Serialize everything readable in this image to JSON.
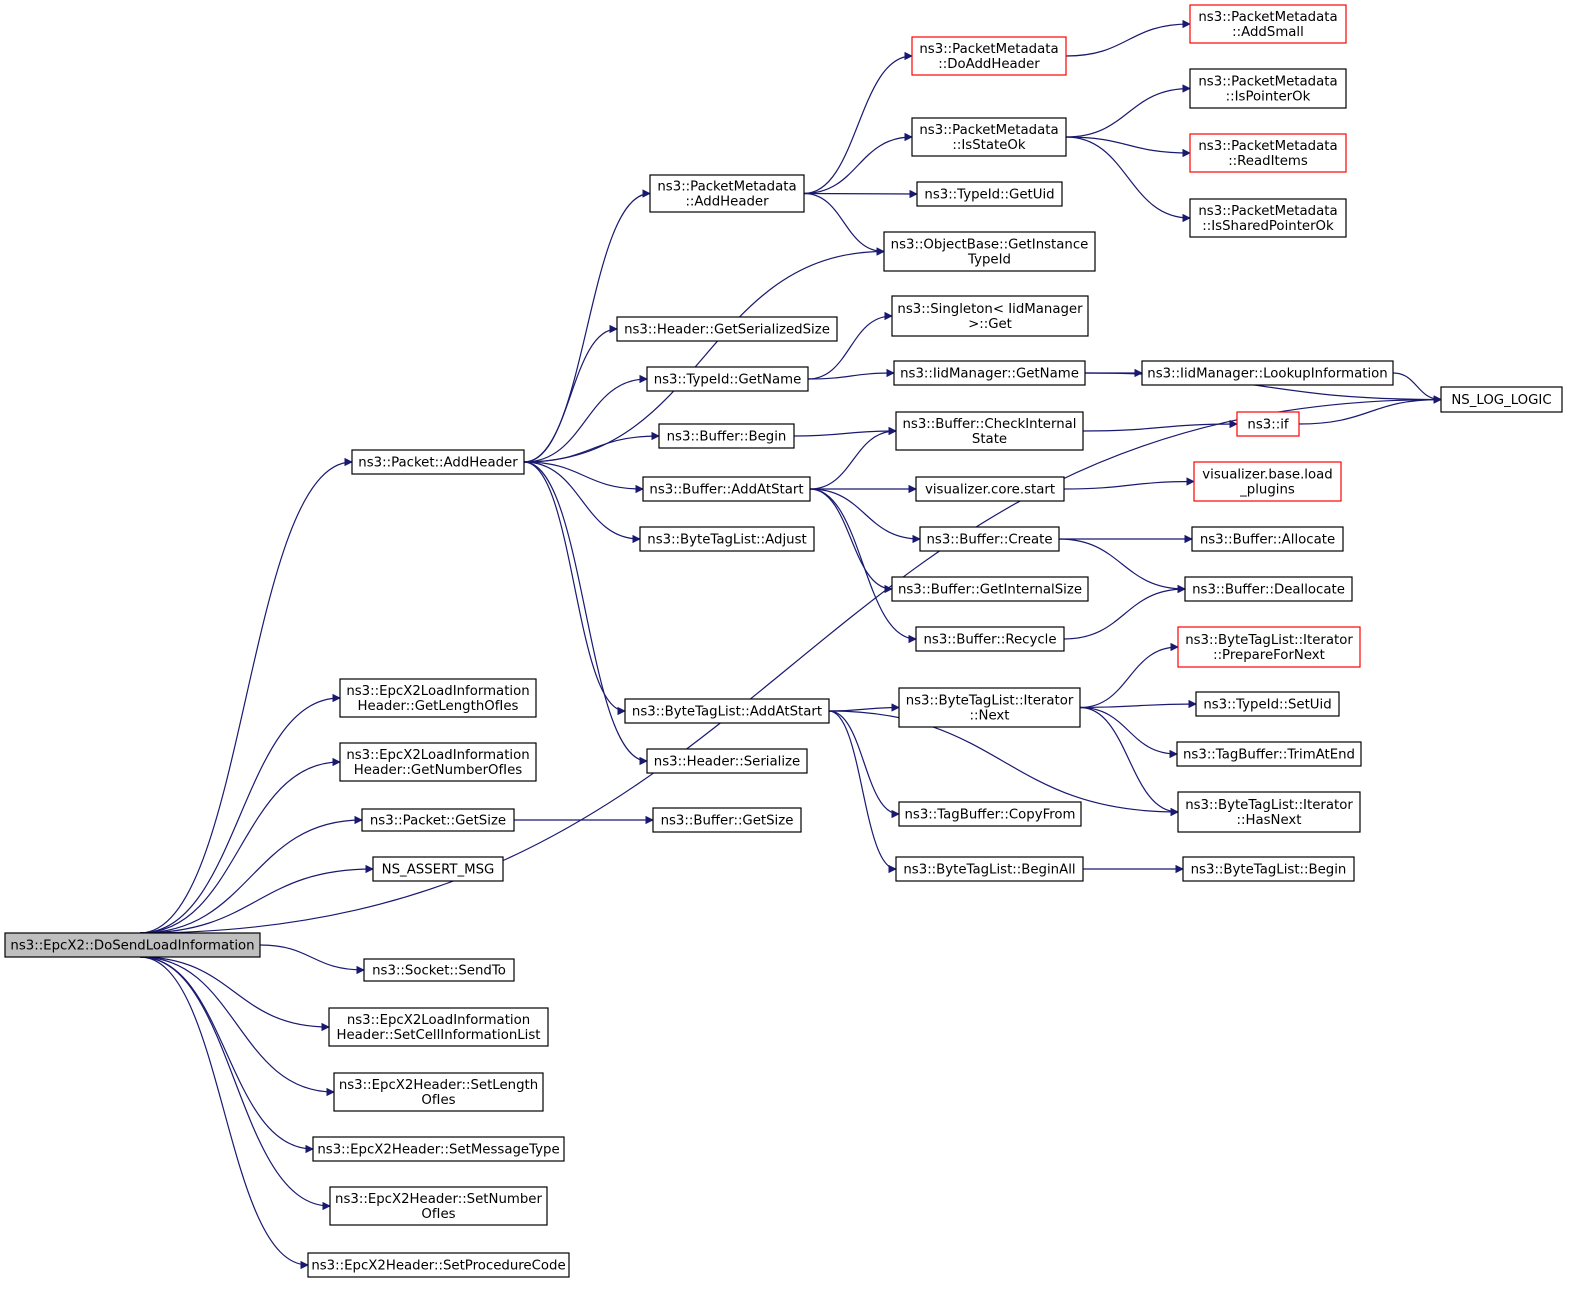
{
  "diagram": {
    "root": "root",
    "nodes": [
      {
        "id": "root",
        "lines": [
          "ns3::EpcX2::DoSendLoadInformation"
        ],
        "style": "root"
      },
      {
        "id": "pkt_addheader",
        "lines": [
          "ns3::Packet::AddHeader"
        ]
      },
      {
        "id": "getlen",
        "lines": [
          "ns3::EpcX2LoadInformation",
          "Header::GetLengthOfIes"
        ]
      },
      {
        "id": "getnum",
        "lines": [
          "ns3::EpcX2LoadInformation",
          "Header::GetNumberOfIes"
        ]
      },
      {
        "id": "pkt_getsize",
        "lines": [
          "ns3::Packet::GetSize"
        ]
      },
      {
        "id": "assertmsg",
        "lines": [
          "NS_ASSERT_MSG"
        ]
      },
      {
        "id": "sendto",
        "lines": [
          "ns3::Socket::SendTo"
        ]
      },
      {
        "id": "setcell",
        "lines": [
          "ns3::EpcX2LoadInformation",
          "Header::SetCellInformationList"
        ]
      },
      {
        "id": "setlen",
        "lines": [
          "ns3::EpcX2Header::SetLength",
          "OfIes"
        ]
      },
      {
        "id": "setmsg",
        "lines": [
          "ns3::EpcX2Header::SetMessageType"
        ]
      },
      {
        "id": "setnum",
        "lines": [
          "ns3::EpcX2Header::SetNumber",
          "OfIes"
        ]
      },
      {
        "id": "setproc",
        "lines": [
          "ns3::EpcX2Header::SetProcedureCode"
        ]
      },
      {
        "id": "pm_addheader",
        "lines": [
          "ns3::PacketMetadata",
          "::AddHeader"
        ]
      },
      {
        "id": "hdr_getser",
        "lines": [
          "ns3::Header::GetSerializedSize"
        ]
      },
      {
        "id": "typeid_getname",
        "lines": [
          "ns3::TypeId::GetName"
        ]
      },
      {
        "id": "buf_begin",
        "lines": [
          "ns3::Buffer::Begin"
        ]
      },
      {
        "id": "buf_addatstart",
        "lines": [
          "ns3::Buffer::AddAtStart"
        ]
      },
      {
        "id": "btl_adjust",
        "lines": [
          "ns3::ByteTagList::Adjust"
        ]
      },
      {
        "id": "btl_addatstart",
        "lines": [
          "ns3::ByteTagList::AddAtStart"
        ]
      },
      {
        "id": "hdr_serialize",
        "lines": [
          "ns3::Header::Serialize"
        ]
      },
      {
        "id": "buf_getsize",
        "lines": [
          "ns3::Buffer::GetSize"
        ]
      },
      {
        "id": "pm_doaddheader",
        "lines": [
          "ns3::PacketMetadata",
          "::DoAddHeader"
        ],
        "style": "red"
      },
      {
        "id": "pm_isstateok",
        "lines": [
          "ns3::PacketMetadata",
          "::IsStateOk"
        ]
      },
      {
        "id": "typeid_getuid",
        "lines": [
          "ns3::TypeId::GetUid"
        ]
      },
      {
        "id": "objbase_getinst",
        "lines": [
          "ns3::ObjectBase::GetInstance",
          "TypeId"
        ]
      },
      {
        "id": "singleton_get",
        "lines": [
          "ns3::Singleton< IidManager",
          ">::Get"
        ]
      },
      {
        "id": "iid_getname",
        "lines": [
          "ns3::IidManager::GetName"
        ]
      },
      {
        "id": "buf_checkint",
        "lines": [
          "ns3::Buffer::CheckInternal",
          "State"
        ]
      },
      {
        "id": "viz_start",
        "lines": [
          "visualizer.core.start"
        ]
      },
      {
        "id": "buf_create",
        "lines": [
          "ns3::Buffer::Create"
        ]
      },
      {
        "id": "buf_getintsize",
        "lines": [
          "ns3::Buffer::GetInternalSize"
        ]
      },
      {
        "id": "buf_recycle",
        "lines": [
          "ns3::Buffer::Recycle"
        ]
      },
      {
        "id": "it_next",
        "lines": [
          "ns3::ByteTagList::Iterator",
          "::Next"
        ]
      },
      {
        "id": "tb_copyfrom",
        "lines": [
          "ns3::TagBuffer::CopyFrom"
        ]
      },
      {
        "id": "btl_beginall",
        "lines": [
          "ns3::ByteTagList::BeginAll"
        ]
      },
      {
        "id": "pm_addsmall",
        "lines": [
          "ns3::PacketMetadata",
          "::AddSmall"
        ],
        "style": "red"
      },
      {
        "id": "pm_ispointerok",
        "lines": [
          "ns3::PacketMetadata",
          "::IsPointerOk"
        ]
      },
      {
        "id": "pm_readitems",
        "lines": [
          "ns3::PacketMetadata",
          "::ReadItems"
        ],
        "style": "red"
      },
      {
        "id": "pm_issharedptr",
        "lines": [
          "ns3::PacketMetadata",
          "::IsSharedPointerOk"
        ]
      },
      {
        "id": "iid_lookup",
        "lines": [
          "ns3::IidManager::LookupInformation"
        ]
      },
      {
        "id": "ns3_if",
        "lines": [
          "ns3::if"
        ],
        "style": "red"
      },
      {
        "id": "viz_load",
        "lines": [
          "visualizer.base.load",
          "_plugins"
        ],
        "style": "red"
      },
      {
        "id": "buf_allocate",
        "lines": [
          "ns3::Buffer::Allocate"
        ]
      },
      {
        "id": "buf_dealloc",
        "lines": [
          "ns3::Buffer::Deallocate"
        ]
      },
      {
        "id": "it_prepare",
        "lines": [
          "ns3::ByteTagList::Iterator",
          "::PrepareForNext"
        ],
        "style": "red"
      },
      {
        "id": "typeid_setuid",
        "lines": [
          "ns3::TypeId::SetUid"
        ]
      },
      {
        "id": "tb_trim",
        "lines": [
          "ns3::TagBuffer::TrimAtEnd"
        ]
      },
      {
        "id": "it_hasnext",
        "lines": [
          "ns3::ByteTagList::Iterator",
          "::HasNext"
        ]
      },
      {
        "id": "btl_begin",
        "lines": [
          "ns3::ByteTagList::Begin"
        ]
      },
      {
        "id": "log_logic",
        "lines": [
          "NS_LOG_LOGIC"
        ]
      }
    ],
    "edges": [
      [
        "root",
        "pkt_addheader"
      ],
      [
        "root",
        "getlen"
      ],
      [
        "root",
        "getnum"
      ],
      [
        "root",
        "pkt_getsize"
      ],
      [
        "root",
        "assertmsg"
      ],
      [
        "root",
        "log_logic"
      ],
      [
        "root",
        "sendto"
      ],
      [
        "root",
        "setcell"
      ],
      [
        "root",
        "setlen"
      ],
      [
        "root",
        "setmsg"
      ],
      [
        "root",
        "setnum"
      ],
      [
        "root",
        "setproc"
      ],
      [
        "pkt_addheader",
        "pm_addheader"
      ],
      [
        "pkt_addheader",
        "objbase_getinst"
      ],
      [
        "pkt_addheader",
        "hdr_getser"
      ],
      [
        "pkt_addheader",
        "typeid_getname"
      ],
      [
        "pkt_addheader",
        "buf_begin"
      ],
      [
        "pkt_addheader",
        "buf_addatstart"
      ],
      [
        "pkt_addheader",
        "btl_adjust"
      ],
      [
        "pkt_addheader",
        "btl_addatstart"
      ],
      [
        "pkt_addheader",
        "hdr_serialize"
      ],
      [
        "pkt_getsize",
        "buf_getsize"
      ],
      [
        "pm_addheader",
        "pm_doaddheader"
      ],
      [
        "pm_addheader",
        "pm_isstateok"
      ],
      [
        "pm_addheader",
        "typeid_getuid"
      ],
      [
        "pm_addheader",
        "objbase_getinst"
      ],
      [
        "pm_doaddheader",
        "pm_addsmall"
      ],
      [
        "pm_isstateok",
        "pm_ispointerok"
      ],
      [
        "pm_isstateok",
        "pm_readitems"
      ],
      [
        "pm_isstateok",
        "pm_issharedptr"
      ],
      [
        "typeid_getname",
        "singleton_get"
      ],
      [
        "typeid_getname",
        "iid_getname"
      ],
      [
        "iid_getname",
        "iid_lookup"
      ],
      [
        "iid_getname",
        "log_logic"
      ],
      [
        "iid_lookup",
        "log_logic"
      ],
      [
        "buf_begin",
        "buf_checkint"
      ],
      [
        "buf_addatstart",
        "buf_checkint"
      ],
      [
        "buf_addatstart",
        "viz_start"
      ],
      [
        "buf_addatstart",
        "buf_create"
      ],
      [
        "buf_addatstart",
        "buf_getintsize"
      ],
      [
        "buf_addatstart",
        "buf_recycle"
      ],
      [
        "buf_checkint",
        "ns3_if"
      ],
      [
        "ns3_if",
        "log_logic"
      ],
      [
        "viz_start",
        "viz_load"
      ],
      [
        "buf_create",
        "buf_allocate"
      ],
      [
        "buf_create",
        "buf_dealloc"
      ],
      [
        "buf_recycle",
        "buf_dealloc"
      ],
      [
        "btl_addatstart",
        "it_next"
      ],
      [
        "btl_addatstart",
        "it_hasnext"
      ],
      [
        "btl_addatstart",
        "tb_copyfrom"
      ],
      [
        "btl_addatstart",
        "btl_beginall"
      ],
      [
        "it_next",
        "it_prepare"
      ],
      [
        "it_next",
        "typeid_setuid"
      ],
      [
        "it_next",
        "tb_trim"
      ],
      [
        "it_next",
        "it_hasnext"
      ],
      [
        "btl_beginall",
        "btl_begin"
      ]
    ]
  }
}
